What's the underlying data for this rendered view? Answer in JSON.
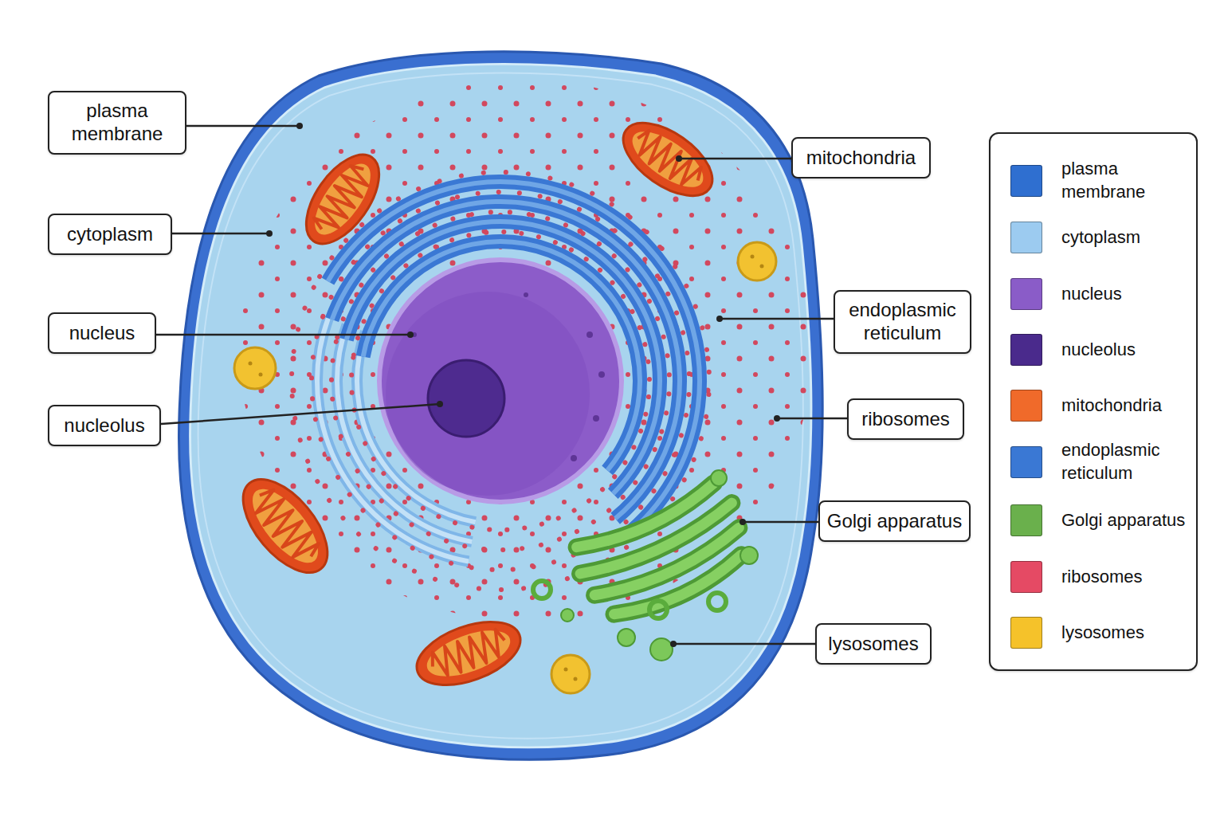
{
  "diagram": {
    "nodes": [
      {
        "text": [
          "plasma membrane"
        ]
      },
      {
        "text": [
          "cytoplasm"
        ]
      },
      {
        "text": [
          "nucleus"
        ]
      },
      {
        "text": [
          "nucleolus"
        ]
      },
      {
        "text": [
          "mitochondria"
        ]
      },
      {
        "text": [
          "endoplasmic reticulum"
        ]
      },
      {
        "text": [
          "ribosomes"
        ]
      },
      {
        "text": [
          "Golgi apparatus"
        ]
      },
      {
        "text": [
          "lysosomes"
        ]
      }
    ],
    "legend": [
      {
        "text": "plasma membrane",
        "color": "#2f6fd0"
      },
      {
        "text": "cytoplasm",
        "color": "#9ccbf0"
      },
      {
        "text": "nucleus",
        "color": "#8a5cc8"
      },
      {
        "text": "nucleolus",
        "color": "#4a2a8c"
      },
      {
        "text": "mitochondria",
        "color": "#f06a2a"
      },
      {
        "text": "endoplasmic reticulum",
        "color": "#3a78d4"
      },
      {
        "text": "Golgi apparatus",
        "color": "#6ab04c"
      },
      {
        "text": "ribosomes",
        "color": "#e54a64"
      },
      {
        "text": "lysosomes",
        "color": "#f5c22a"
      }
    ]
  }
}
